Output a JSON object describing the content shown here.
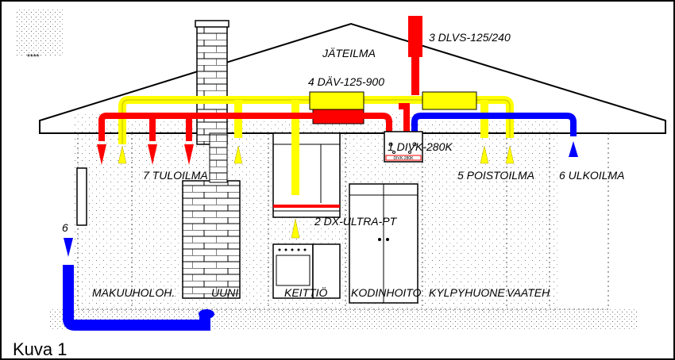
{
  "figure": {
    "caption": "Kuva 1",
    "corner_mark": "****"
  },
  "labels": {
    "dlvs": "3 DLVS-125/240",
    "exhaust": "JÄTEILMA",
    "dav": "4 DÄV-125-900",
    "divk": "1 DIVK-280K",
    "supply": "7 TULOILMA",
    "extract": "5 POISTOILMA",
    "outdoor_right": "6 ULKOILMA",
    "outdoor_left": "6",
    "dx_ultra": "2 DX-ULTRA-PT"
  },
  "rooms": {
    "makuuholoh": "MAKUUHOLOH.",
    "uuni": "UUNI",
    "keittio": "KEITTIÖ",
    "kodinhoito": "KODINHOITO",
    "kylpyhuone": "KYLPYHUONE",
    "vaateh": "VAATEH"
  },
  "unit_plate": "DIVK-280K",
  "colors": {
    "supply": "#ff0000",
    "extract": "#ffff00",
    "outdoor": "#0000ff",
    "line": "#000000"
  }
}
